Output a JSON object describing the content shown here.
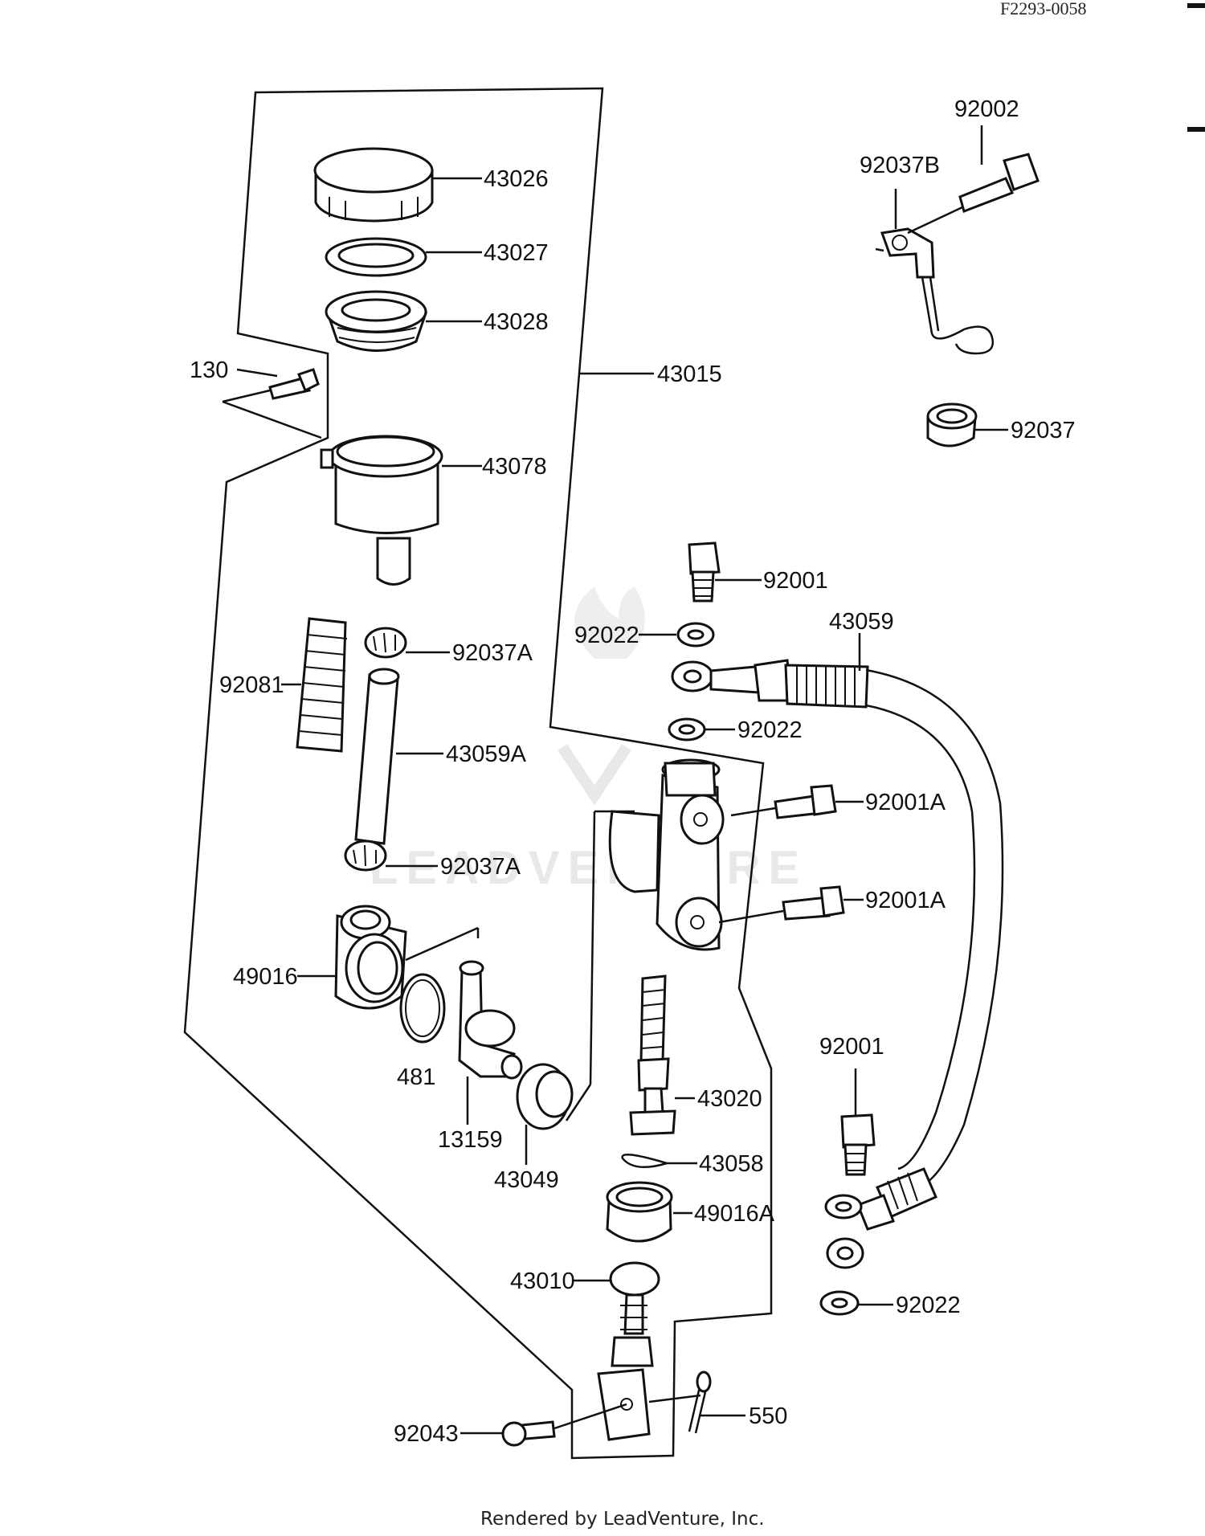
{
  "diagram": {
    "reference_code": "F2293-0058",
    "footer": "Rendered by LeadVenture, Inc.",
    "watermark": "LEADVENTURE",
    "assembly_label": "43015",
    "parts": [
      {
        "id": "p43026",
        "label": "43026"
      },
      {
        "id": "p43027",
        "label": "43027"
      },
      {
        "id": "p43028",
        "label": "43028"
      },
      {
        "id": "p130",
        "label": "130"
      },
      {
        "id": "p43078",
        "label": "43078"
      },
      {
        "id": "p92081",
        "label": "92081"
      },
      {
        "id": "p92037A_top",
        "label": "92037A"
      },
      {
        "id": "p43059A",
        "label": "43059A"
      },
      {
        "id": "p92037A_bot",
        "label": "92037A"
      },
      {
        "id": "p49016",
        "label": "49016"
      },
      {
        "id": "p481",
        "label": "481"
      },
      {
        "id": "p13159",
        "label": "13159"
      },
      {
        "id": "p43049",
        "label": "43049"
      },
      {
        "id": "p92002",
        "label": "92002"
      },
      {
        "id": "p92037B",
        "label": "92037B"
      },
      {
        "id": "p92037",
        "label": "92037"
      },
      {
        "id": "p92001_top",
        "label": "92001"
      },
      {
        "id": "p92022_a",
        "label": "92022"
      },
      {
        "id": "p43059",
        "label": "43059"
      },
      {
        "id": "p92022_b",
        "label": "92022"
      },
      {
        "id": "p92001A_1",
        "label": "92001A"
      },
      {
        "id": "p92001A_2",
        "label": "92001A"
      },
      {
        "id": "p43020",
        "label": "43020"
      },
      {
        "id": "p43058",
        "label": "43058"
      },
      {
        "id": "p49016A",
        "label": "49016A"
      },
      {
        "id": "p43010",
        "label": "43010"
      },
      {
        "id": "p92043",
        "label": "92043"
      },
      {
        "id": "p550",
        "label": "550"
      },
      {
        "id": "p92001_bot",
        "label": "92001"
      },
      {
        "id": "p92022_c",
        "label": "92022"
      }
    ]
  }
}
